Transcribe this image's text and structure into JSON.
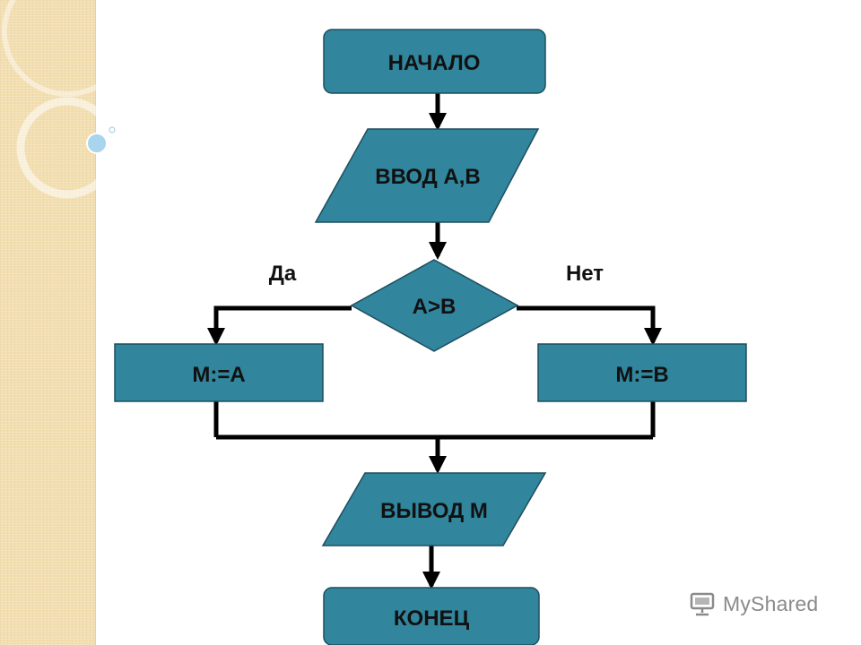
{
  "flowchart": {
    "start": "НАЧАЛО",
    "input": "ВВОД A,B",
    "condition": "A>B",
    "yes_label": "Да",
    "no_label": "Нет",
    "assign_yes": "M:=A",
    "assign_no": "M:=B",
    "output": "ВЫВОД M",
    "end": "КОНЕЦ"
  },
  "watermark": {
    "text": "MyShared",
    "icon": "presentation-screen-icon"
  },
  "colors": {
    "node_fill": "#31859c",
    "node_stroke": "#1e4e5e",
    "connector": "#000000",
    "side_strip": "#f2deb0"
  }
}
